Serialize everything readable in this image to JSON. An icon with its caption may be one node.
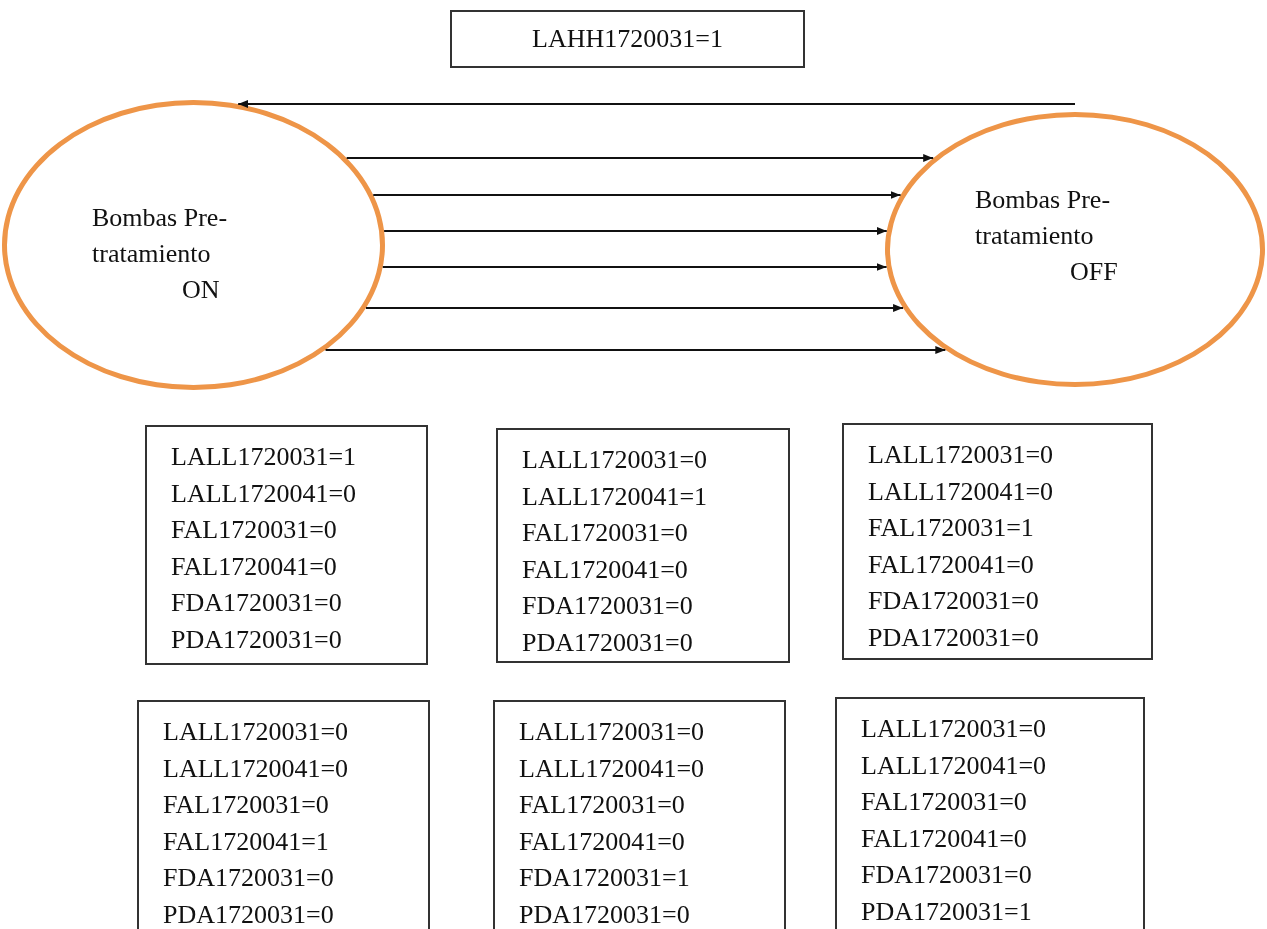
{
  "diagram": {
    "nodes": [
      {
        "text": [
          "LAHH1720031=1"
        ]
      },
      {
        "text": [
          "Bombas Pre- tratamiento",
          "ON"
        ]
      },
      {
        "text": [
          "Bombas Pre- tratamiento",
          "OFF"
        ]
      },
      {
        "text": [
          "LALL1720031=1",
          "LALL1720041=0",
          "FAL1720031=0",
          "FAL1720041=0",
          "FDA1720031=0",
          "PDA1720031=0"
        ]
      },
      {
        "text": [
          "LALL1720031=0",
          "LALL1720041=1",
          "FAL1720031=0",
          "FAL1720041=0",
          "FDA1720031=0",
          "PDA1720031=0"
        ]
      },
      {
        "text": [
          "LALL1720031=0",
          "LALL1720041=0",
          "FAL1720031=1",
          "FAL1720041=0",
          "FDA1720031=0",
          "PDA1720031=0"
        ]
      },
      {
        "text": [
          "LALL1720031=0",
          "LALL1720041=0",
          "FAL1720031=0",
          "FAL1720041=1",
          "FDA1720031=0",
          "PDA1720031=0"
        ]
      },
      {
        "text": [
          "LALL1720031=0",
          "LALL1720041=0",
          "FAL1720031=0",
          "FAL1720041=0",
          "FDA1720031=1",
          "PDA1720031=0"
        ]
      },
      {
        "text": [
          "LALL1720031=0",
          "LALL1720041=0",
          "FAL1720031=0",
          "FAL1720041=0",
          "FDA1720031=0",
          "PDA1720031=1"
        ]
      }
    ],
    "edges": [
      {
        "from": 2,
        "to": 1,
        "arrow": "to"
      },
      {
        "from": 1,
        "to": 2,
        "arrow": "to"
      },
      {
        "from": 1,
        "to": 2,
        "arrow": "to"
      },
      {
        "from": 1,
        "to": 2,
        "arrow": "to"
      },
      {
        "from": 1,
        "to": 2,
        "arrow": "to"
      },
      {
        "from": 1,
        "to": 2,
        "arrow": "to"
      },
      {
        "from": 1,
        "to": 2,
        "arrow": "to"
      }
    ]
  }
}
